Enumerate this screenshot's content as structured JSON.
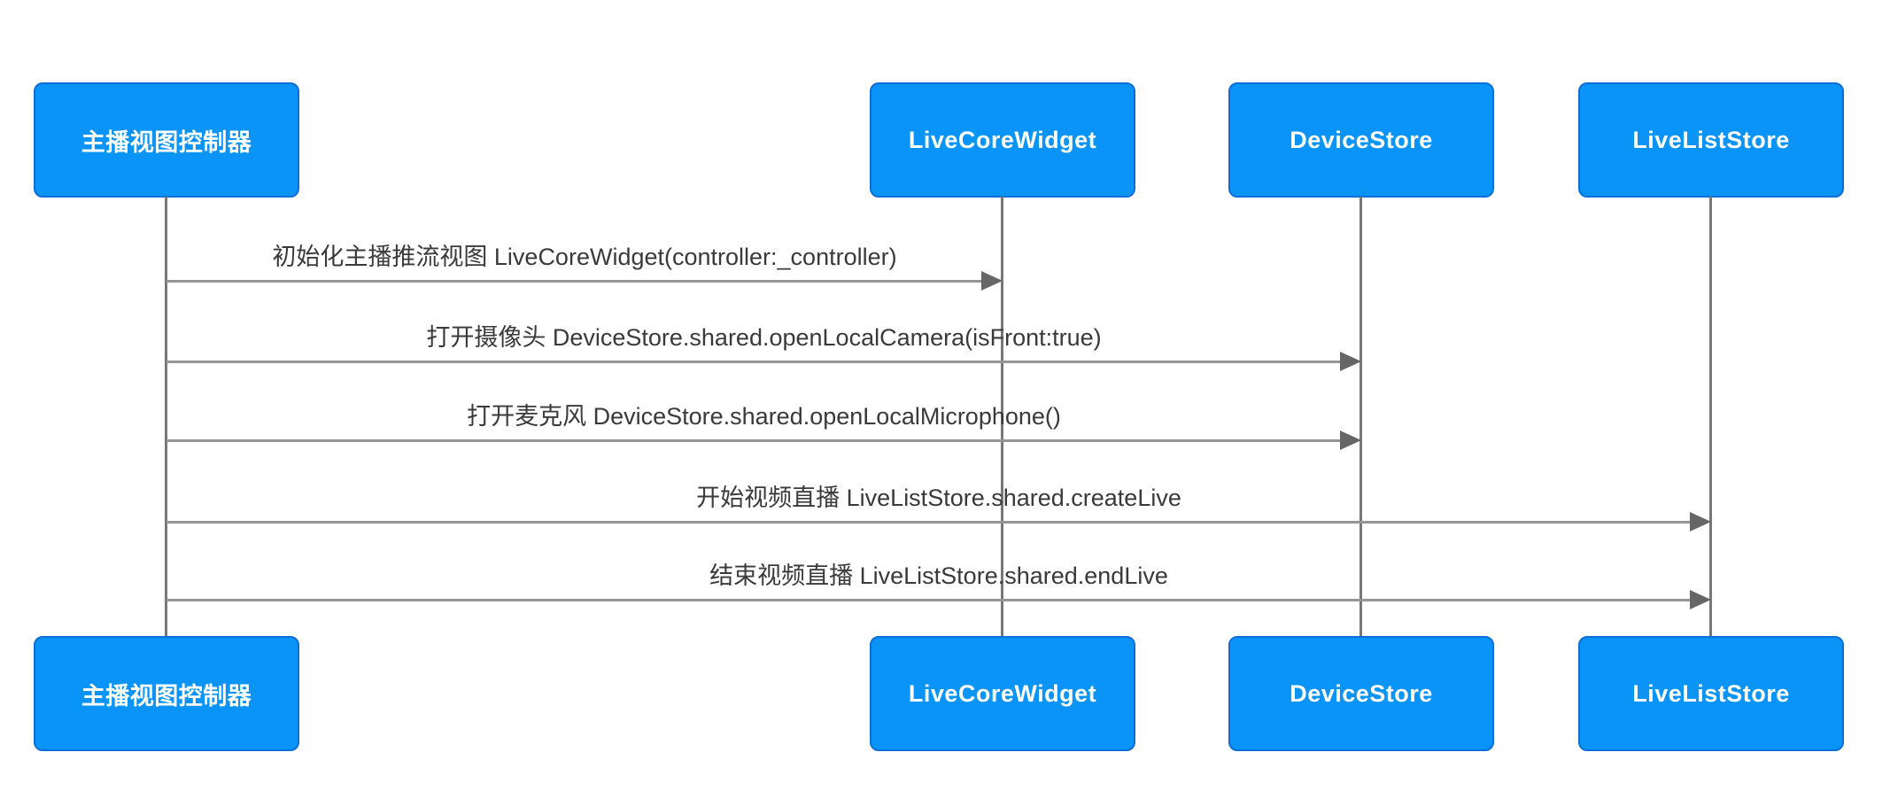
{
  "diagram": {
    "type": "sequence-diagram",
    "background": "#FFFFFF",
    "colors": {
      "actor_fill": "#0A94F8",
      "actor_border": "#0B6FD7",
      "actor_text": "#FFFFFF",
      "lifeline": "#787878",
      "arrow_line": "#969696",
      "arrow_head": "#666666",
      "message_text": "#3A3A3A"
    },
    "actors": [
      {
        "label": "主播视图控制器"
      },
      {
        "label": "LiveCoreWidget"
      },
      {
        "label": "DeviceStore"
      },
      {
        "label": "LiveListStore"
      }
    ],
    "messages": [
      {
        "label": "初始化主播推流视图 LiveCoreWidget(controller:_controller)",
        "from": "主播视图控制器",
        "to": "LiveCoreWidget"
      },
      {
        "label": "打开摄像头 DeviceStore.shared.openLocalCamera(isFront:true)",
        "from": "主播视图控制器",
        "to": "DeviceStore"
      },
      {
        "label": "打开麦克风 DeviceStore.shared.openLocalMicrophone()",
        "from": "主播视图控制器",
        "to": "DeviceStore"
      },
      {
        "label": "开始视频直播 LiveListStore.shared.createLive",
        "from": "主播视图控制器",
        "to": "LiveListStore"
      },
      {
        "label": "结束视频直播 LiveListStore.shared.endLive",
        "from": "主播视图控制器",
        "to": "LiveListStore"
      }
    ]
  }
}
